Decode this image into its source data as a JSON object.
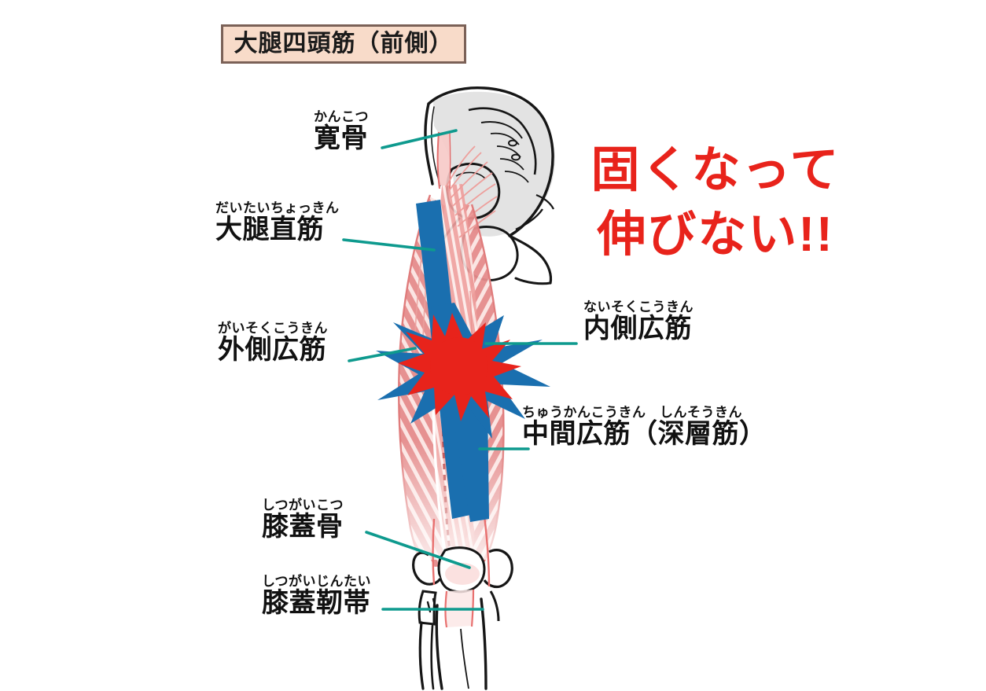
{
  "title": {
    "text": "大腿四頭筋（前側）",
    "bg_color": "#F8DBC9",
    "border_color": "#7B6157"
  },
  "shout": {
    "line1": "固くなって",
    "line2": "伸びない!!",
    "color": "#E8231B"
  },
  "colors": {
    "leader_line": "#0E9A8E",
    "muscle_pink": "#E58B8B",
    "muscle_pink_light": "#F2B8B6",
    "bone_outline": "#161616",
    "bone_gray": "#D9D9D9",
    "arrow_blue": "#1A6FAF",
    "burst_red": "#E8231B",
    "text_black": "#111111"
  },
  "labels": [
    {
      "id": "hip-bone",
      "furigana": "かんこつ",
      "kanji": "寛骨",
      "side": "left"
    },
    {
      "id": "rectus-femoris",
      "furigana": "だいたいちょっきん",
      "kanji": "大腿直筋",
      "side": "left"
    },
    {
      "id": "vastus-lateralis",
      "furigana": "がいそくこうきん",
      "kanji": "外側広筋",
      "side": "left"
    },
    {
      "id": "vastus-medialis",
      "furigana": "ないそくこうきん",
      "kanji": "内側広筋",
      "side": "right"
    },
    {
      "id": "vastus-intermedius",
      "furigana": "ちゅうかんこうきん　しんそうきん",
      "kanji": "中間広筋（深層筋）",
      "side": "right"
    },
    {
      "id": "patella",
      "furigana": "しつがいこつ",
      "kanji": "膝蓋骨",
      "side": "left"
    },
    {
      "id": "patellar-ligament",
      "furigana": "しつがいじんたい",
      "kanji": "膝蓋靭帯",
      "side": "left"
    }
  ],
  "illustration": {
    "subject": "quadriceps-femoris-anterior-view",
    "parts": [
      "pelvis-bone",
      "femur-muscle-group",
      "rectus-femoris-muscle",
      "vastus-lateralis-muscle",
      "vastus-medialis-muscle",
      "patella-bone",
      "patellar-ligament",
      "tibia-bone",
      "fibula-bone"
    ],
    "overlays": [
      "blue-compression-arrow-band",
      "blue-impact-starburst",
      "red-pain-starburst"
    ]
  }
}
